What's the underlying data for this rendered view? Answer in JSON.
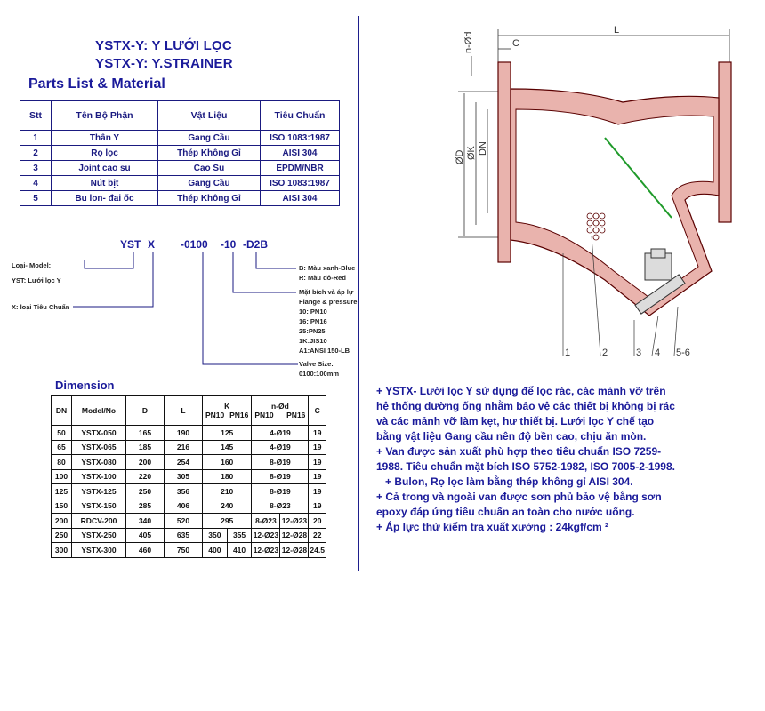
{
  "header": {
    "title_vn": "YSTX-Y: Y LƯỚI LỌC",
    "title_en": "YSTX-Y: Y.STRAINER",
    "parts_heading": "Parts List & Material"
  },
  "parts_table": {
    "columns": [
      "Stt",
      "Tên Bộ Phận",
      "Vật Liệu",
      "Tiêu Chuẩn"
    ],
    "rows": [
      [
        "1",
        "Thân Y",
        "Gang Cầu",
        "ISO 1083:1987"
      ],
      [
        "2",
        "Rọ lọc",
        "Thép Không Gỉ",
        "AISI 304"
      ],
      [
        "3",
        "Joint cao su",
        "Cao Su",
        "EPDM/NBR"
      ],
      [
        "4",
        "Nút bịt",
        "Gang Cầu",
        "ISO 1083:1987"
      ],
      [
        "5",
        "Bu lon- đai ốc",
        "Thép Không Gỉ",
        "AISI 304"
      ]
    ]
  },
  "model_code": {
    "parts": [
      "YST",
      "X",
      "-0100",
      "-10",
      "-D2B"
    ],
    "label_model": "Loại- Model:",
    "label_yst": "YST: Lưới lọc Y",
    "label_x": "X: loại Tiêu Chuẩn",
    "color_lines": [
      "B: Màu xanh-Blue",
      "R: Màu đỏ-Red"
    ],
    "flange_lines": [
      "Mặt bích và áp lự",
      "Flange & pressure",
      "10: PN10",
      "16: PN16",
      "25:PN25",
      "1K:JIS10",
      "A1:ANSI 150-LB"
    ],
    "valve_lines": [
      "Valve Size:",
      "0100:100mm"
    ]
  },
  "dimension": {
    "heading": "Dimension",
    "columns": [
      "DN",
      "Model/No",
      "D",
      "L",
      "K",
      "n-Ød",
      "C"
    ],
    "sub_labels": {
      "pn10": "PN10",
      "pn16": "PN16"
    },
    "rows": [
      [
        "50",
        "YSTX-050",
        "165",
        "190",
        "125",
        "",
        "4-Ø19",
        "",
        "19"
      ],
      [
        "65",
        "YSTX-065",
        "185",
        "216",
        "145",
        "",
        "4-Ø19",
        "",
        "19"
      ],
      [
        "80",
        "YSTX-080",
        "200",
        "254",
        "160",
        "",
        "8-Ø19",
        "",
        "19"
      ],
      [
        "100",
        "YSTX-100",
        "220",
        "305",
        "180",
        "",
        "8-Ø19",
        "",
        "19"
      ],
      [
        "125",
        "YSTX-125",
        "250",
        "356",
        "210",
        "",
        "8-Ø19",
        "",
        "19"
      ],
      [
        "150",
        "YSTX-150",
        "285",
        "406",
        "240",
        "",
        "8-Ø23",
        "",
        "19"
      ],
      [
        "200",
        "RDCV-200",
        "340",
        "520",
        "295",
        "",
        "8-Ø23",
        "12-Ø23",
        "20"
      ],
      [
        "250",
        "YSTX-250",
        "405",
        "635",
        "350",
        "355",
        "12-Ø23",
        "12-Ø28",
        "22"
      ],
      [
        "300",
        "YSTX-300",
        "460",
        "750",
        "400",
        "410",
        "12-Ø23",
        "12-Ø28",
        "24.5"
      ]
    ]
  },
  "drawing": {
    "labels": [
      "n-Ød",
      "C",
      "L",
      "ØD",
      "ØK",
      "DN",
      "1",
      "2",
      "3",
      "4",
      "5-6"
    ]
  },
  "description": [
    "+ YSTX- Lưới lọc Y sử dụng để lọc rác, các mảnh vỡ trên hệ thống đường ống nhằm bảo vệ các thiết bị không bị rác và các mảnh vỡ làm kẹt, hư thiết bị. Lưới lọc Y chế tạo bằng vật liệu Gang cầu nên độ bền cao, chịu ăn mòn.",
    "+ Van được sản xuất phù hợp theo tiêu chuẩn ISO 7259-1988. Tiêu  chuẩn mặt bích ISO 5752-1982, ISO 7005-2-1998.",
    "   + Bulon, Rọ lọc làm bằng thép không gỉ AISI 304.",
    "+ Cả trong và ngoài van được sơn phủ bảo vệ bằng sơn epoxy đáp ứng tiêu chuẩn an toàn cho nước uống.",
    "+ Áp lực thử  kiểm tra xuất xưởng : 24kgf/cm ²"
  ],
  "colors": {
    "text": "#1a1a9a",
    "body": "#e9b3ad",
    "outline": "#5a0000",
    "green": "#1f9a2a"
  }
}
